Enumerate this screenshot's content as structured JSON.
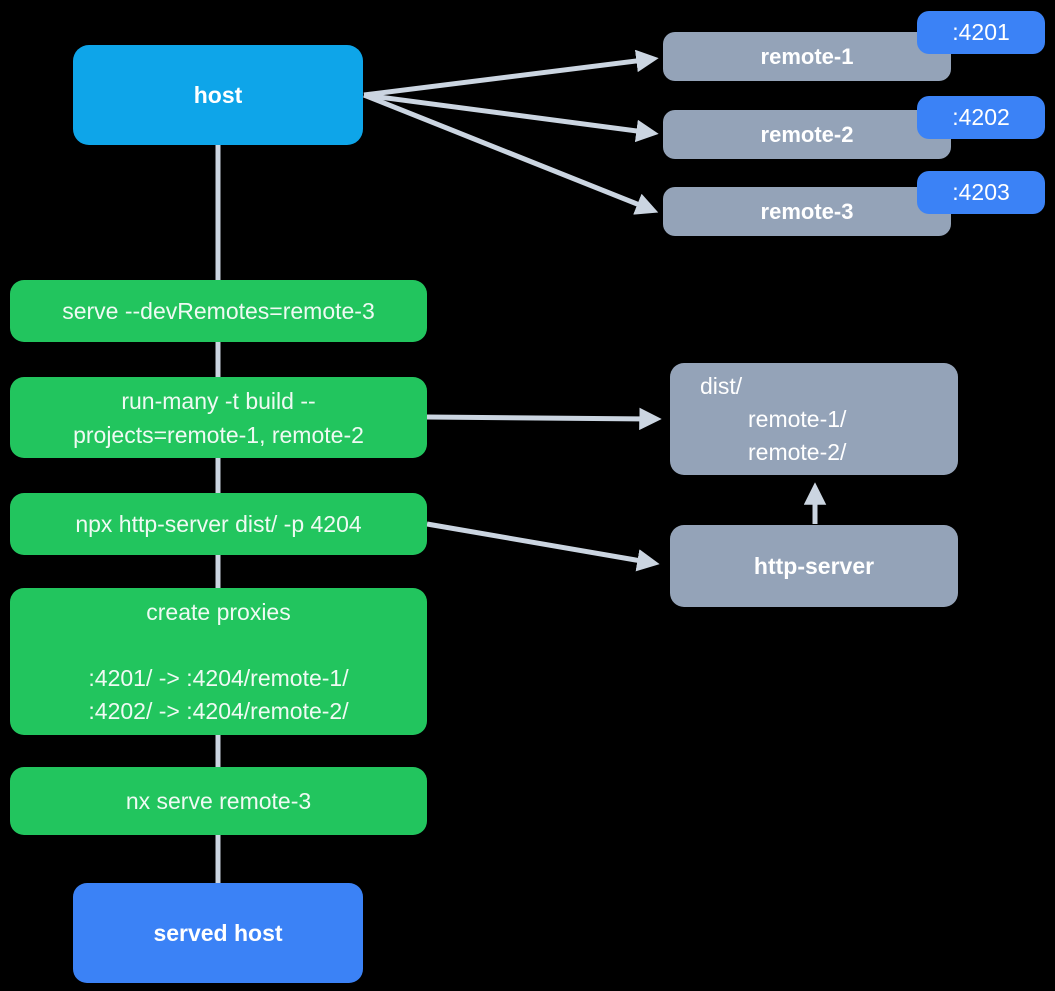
{
  "diagram": {
    "background": "#000000",
    "palette": {
      "host_fill": "#0ea5e9",
      "served_host_fill": "#3b82f6",
      "command_fill": "#22c55e",
      "remote_fill": "#94a3b8",
      "port_badge_fill": "#3b82f6",
      "connector": "#cbd5e1",
      "label_text": "#ffffff",
      "command_text": "#effaf3"
    },
    "host": {
      "label": "host"
    },
    "remotes": [
      {
        "label": "remote-1",
        "port": ":4201"
      },
      {
        "label": "remote-2",
        "port": ":4202"
      },
      {
        "label": "remote-3",
        "port": ":4203"
      }
    ],
    "commands": [
      {
        "lines": [
          "serve --devRemotes=remote-3"
        ]
      },
      {
        "lines": [
          "run-many -t build --",
          "projects=remote-1, remote-2"
        ]
      },
      {
        "lines": [
          "npx http-server dist/ -p 4204"
        ]
      },
      {
        "title": "create proxies",
        "lines": [
          ":4201/ -> :4204/remote-1/",
          ":4202/ -> :4204/remote-2/"
        ]
      },
      {
        "lines": [
          "nx serve remote-3"
        ]
      }
    ],
    "dist_folder": {
      "root": "dist/",
      "children": [
        "remote-1/",
        "remote-2/"
      ]
    },
    "http_server": {
      "label": "http-server"
    },
    "served_host": {
      "label": "served host"
    }
  }
}
